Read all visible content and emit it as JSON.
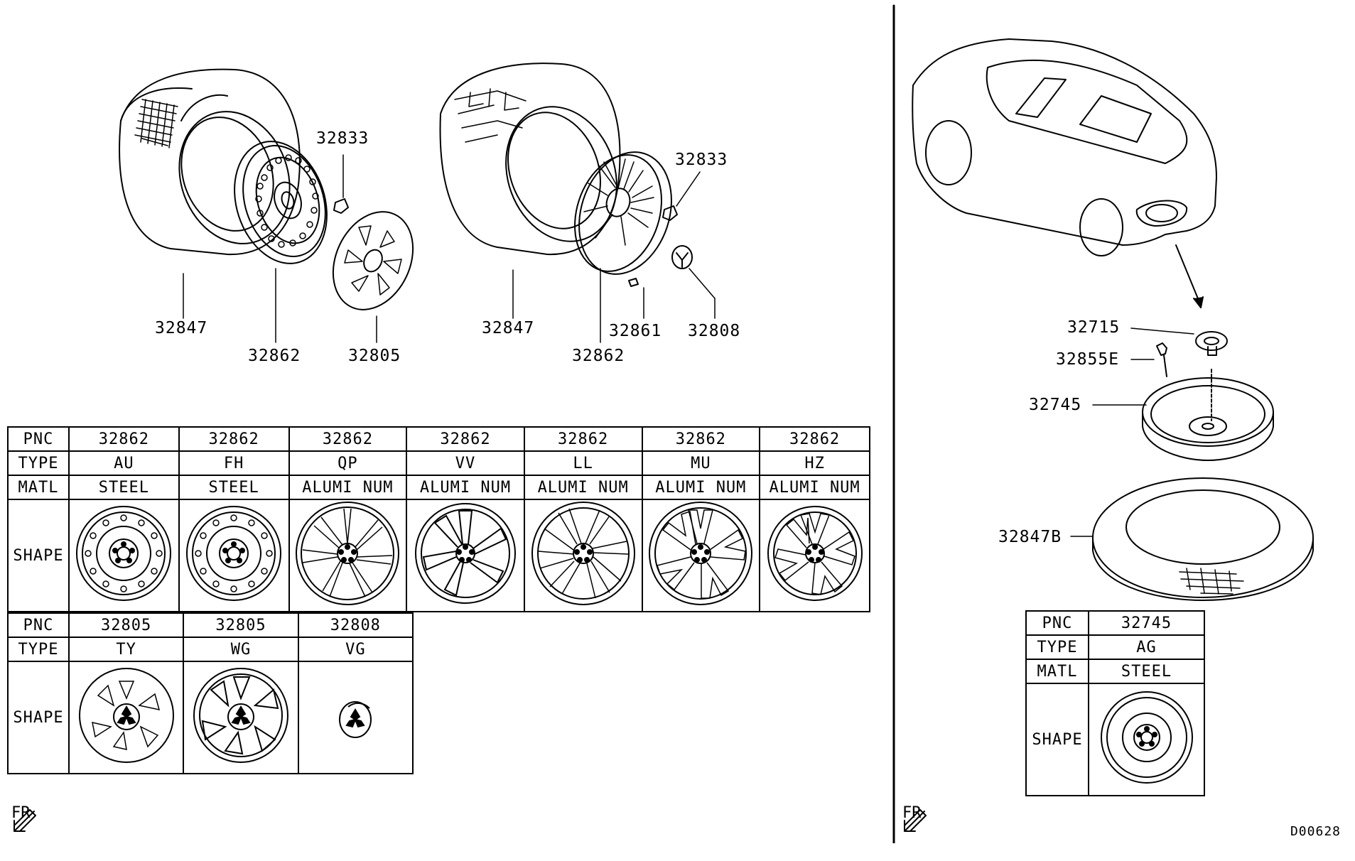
{
  "callouts": {
    "tire_left": "32847",
    "steel_wheel": "32862",
    "nut_left": "32833",
    "wheel_cover": "32805",
    "tire_mid": "32847",
    "alloy_wheel": "32862",
    "balance_weight": "32861",
    "nut_mid": "32833",
    "center_cap": "32808",
    "spare_plug": "32715",
    "spare_bolt": "32855E",
    "spare_wheel": "32745",
    "spare_tire": "32847B"
  },
  "wheels_table": {
    "headers": [
      "PNC",
      "TYPE",
      "MATL",
      "SHAPE"
    ],
    "columns": [
      {
        "pnc": "32862",
        "type": "AU",
        "matl": "STEEL",
        "shape": "steel-wheel-icon"
      },
      {
        "pnc": "32862",
        "type": "FH",
        "matl": "STEEL",
        "shape": "steel-wheel-icon"
      },
      {
        "pnc": "32862",
        "type": "QP",
        "matl": "ALUMI NUM",
        "shape": "alloy-wheel-icon"
      },
      {
        "pnc": "32862",
        "type": "VV",
        "matl": "ALUMI NUM",
        "shape": "alloy-wheel-icon"
      },
      {
        "pnc": "32862",
        "type": "LL",
        "matl": "ALUMI NUM",
        "shape": "alloy-wheel-icon"
      },
      {
        "pnc": "32862",
        "type": "MU",
        "matl": "ALUMI NUM",
        "shape": "alloy-wheel-icon"
      },
      {
        "pnc": "32862",
        "type": "HZ",
        "matl": "ALUMI NUM",
        "shape": "alloy-wheel-icon"
      }
    ]
  },
  "covers_table": {
    "headers": [
      "PNC",
      "TYPE",
      "SHAPE"
    ],
    "columns": [
      {
        "pnc": "32805",
        "type": "TY",
        "shape": "wheel-cover-icon"
      },
      {
        "pnc": "32805",
        "type": "WG",
        "shape": "wheel-cover-icon"
      },
      {
        "pnc": "32808",
        "type": "VG",
        "shape": "center-cap-icon"
      }
    ]
  },
  "spare_table": {
    "headers": [
      "PNC",
      "TYPE",
      "MATL",
      "SHAPE"
    ],
    "column": {
      "pnc": "32745",
      "type": "AG",
      "matl": "STEEL",
      "shape": "spare-wheel-icon"
    }
  },
  "front_marker": "FR",
  "drawing_code": "D00628"
}
